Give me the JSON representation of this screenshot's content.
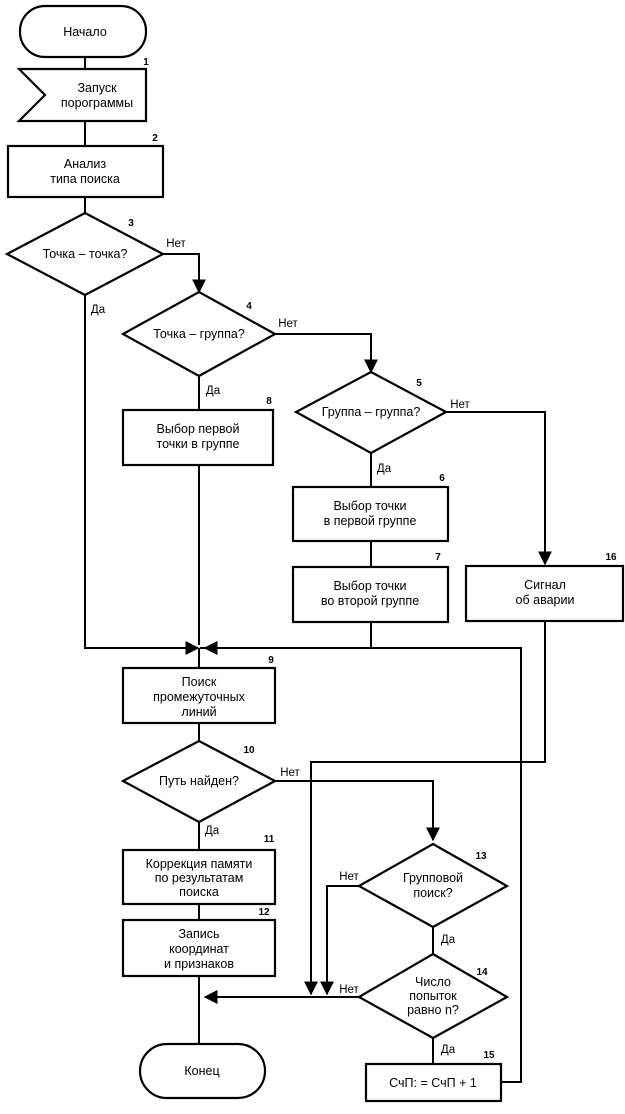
{
  "blocks": {
    "start": {
      "lines": [
        "Начало"
      ]
    },
    "b1": {
      "num": "1",
      "lines": [
        "Запуск",
        "порограммы"
      ]
    },
    "b2": {
      "num": "2",
      "lines": [
        "Анализ",
        "типа поиска"
      ]
    },
    "b3": {
      "num": "3",
      "lines": [
        "Точка – точка?"
      ]
    },
    "b4": {
      "num": "4",
      "lines": [
        "Точка – группа?"
      ]
    },
    "b5": {
      "num": "5",
      "lines": [
        "Группа – группа?"
      ]
    },
    "b6": {
      "num": "6",
      "lines": [
        "Выбор точки",
        "в первой группе"
      ]
    },
    "b7": {
      "num": "7",
      "lines": [
        "Выбор точки",
        "во второй группе"
      ]
    },
    "b8": {
      "num": "8",
      "lines": [
        "Выбор первой",
        "точки в группе"
      ]
    },
    "b9": {
      "num": "9",
      "lines": [
        "Поиск",
        "промежуточных",
        "линий"
      ]
    },
    "b10": {
      "num": "10",
      "lines": [
        "Путь найден?"
      ]
    },
    "b11": {
      "num": "11",
      "lines": [
        "Коррекция памяти",
        "по результатам",
        "поиска"
      ]
    },
    "b12": {
      "num": "12",
      "lines": [
        "Запись",
        "координат",
        "и признаков"
      ]
    },
    "b13": {
      "num": "13",
      "lines": [
        "Групповой",
        "поиск?"
      ]
    },
    "b14": {
      "num": "14",
      "lines": [
        "Число",
        "попыток",
        "равно n?"
      ]
    },
    "b15": {
      "num": "15",
      "lines": [
        "СчП: = СчП + 1"
      ]
    },
    "b16": {
      "num": "16",
      "lines": [
        "Сигнал",
        "об аварии"
      ]
    },
    "end": {
      "lines": [
        "Конец"
      ]
    }
  },
  "labels": {
    "yes": "Да",
    "no": "Нет"
  }
}
